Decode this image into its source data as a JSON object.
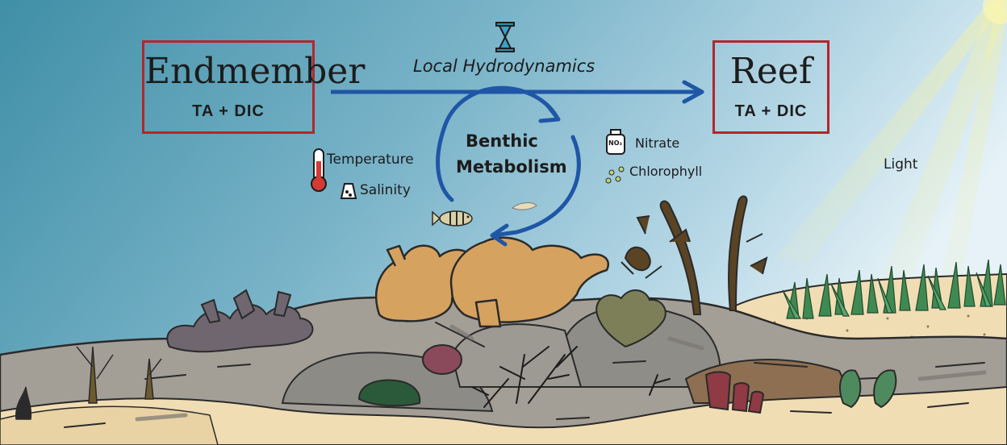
{
  "endmember_box": {
    "title": "Endmember",
    "subtitle": "TA + DIC"
  },
  "reef_box": {
    "title": "Reef",
    "subtitle": "TA + DIC"
  },
  "hydrodynamics_label": "Local Hydrodynamics",
  "metabolism_label_line1": "Benthic",
  "metabolism_label_line2": "Metabolism",
  "temperature_label": "Temperature",
  "salinity_label": "Salinity",
  "nitrate_label": "Nitrate",
  "nitrate_icon_text": "NO₃",
  "chlorophyll_label": "Chlorophyll",
  "light_label": "Light",
  "colors": {
    "arrow_blue": "#1f56a6",
    "box_red": "#b3262c",
    "coral_orange": "#d6a260",
    "sand": "#f1ddb4",
    "rock_grey": "#9f9b93"
  }
}
